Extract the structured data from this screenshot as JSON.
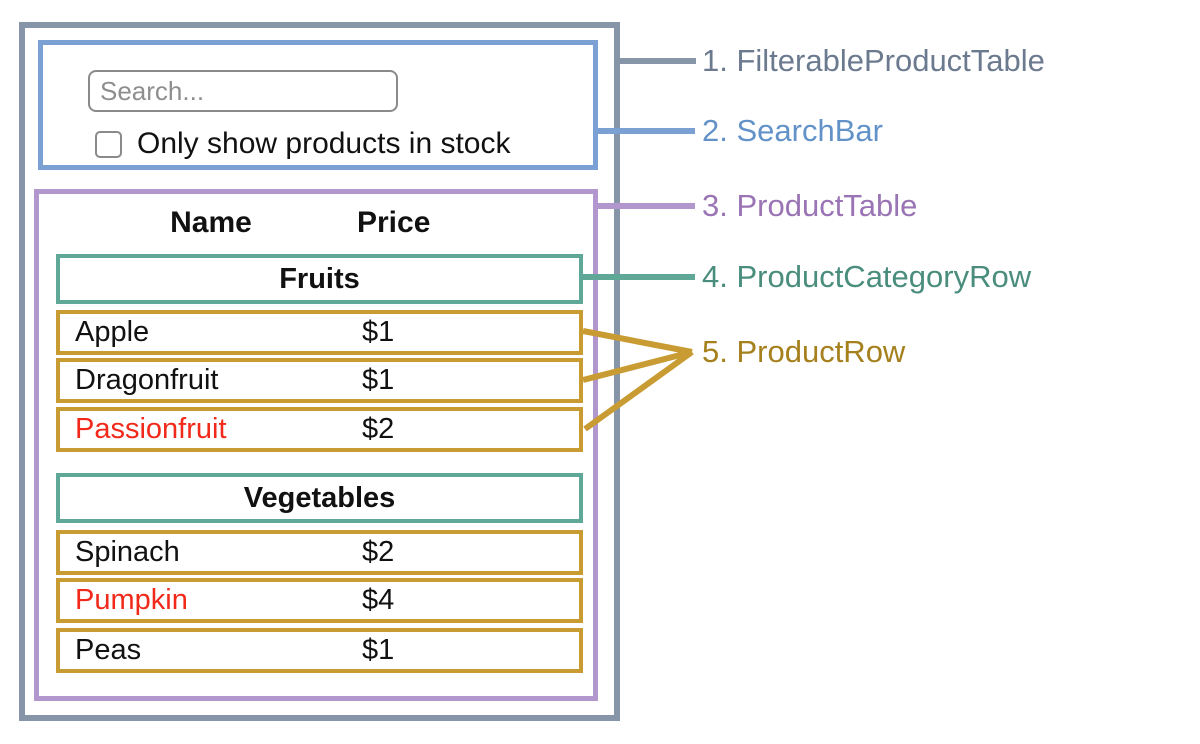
{
  "colors": {
    "filterable_product_table": "#8795A9",
    "search_bar": "#7AA0D4",
    "product_table": "#B297CE",
    "product_category_row": "#5FA897",
    "product_row": "#C89B33",
    "label_filterable": "#6C7A8F",
    "label_search_bar": "#6292C8",
    "label_product_table": "#9A74B4",
    "label_category_row": "#4A8D7D",
    "label_product_row": "#A5801D",
    "out_of_stock": "#F1291B",
    "input_border": "#8A8A8A",
    "placeholder_color": "#8E8E8E",
    "text_color": "#111111"
  },
  "diagram": {
    "search_bar": {
      "search_placeholder": "Search...",
      "checkbox_label": "Only show products in stock"
    },
    "table": {
      "name_header": "Name",
      "price_header": "Price",
      "sections": [
        {
          "category": "Fruits",
          "rows": [
            {
              "name": "Apple",
              "price": "$1",
              "out_of_stock": false
            },
            {
              "name": "Dragonfruit",
              "price": "$1",
              "out_of_stock": false
            },
            {
              "name": "Passionfruit",
              "price": "$2",
              "out_of_stock": true
            }
          ]
        },
        {
          "category": "Vegetables",
          "rows": [
            {
              "name": "Spinach",
              "price": "$2",
              "out_of_stock": false
            },
            {
              "name": "Pumpkin",
              "price": "$4",
              "out_of_stock": true
            },
            {
              "name": "Peas",
              "price": "$1",
              "out_of_stock": false
            }
          ]
        }
      ]
    }
  },
  "legend": {
    "items": [
      {
        "label": "1. FilterableProductTable"
      },
      {
        "label": "2. SearchBar"
      },
      {
        "label": "3. ProductTable"
      },
      {
        "label": "4. ProductCategoryRow"
      },
      {
        "label": "5. ProductRow"
      }
    ]
  }
}
